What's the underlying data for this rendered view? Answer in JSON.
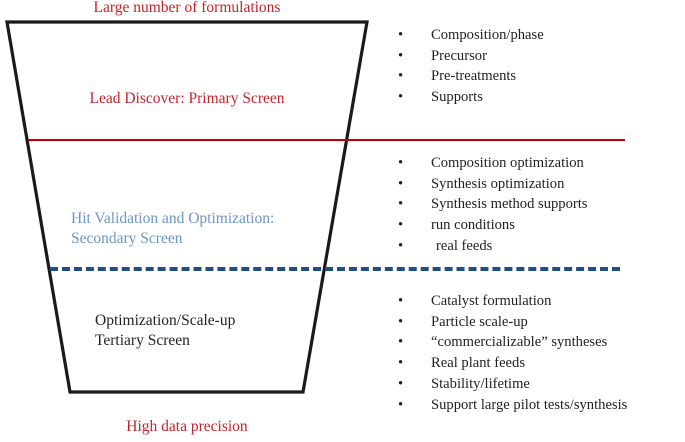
{
  "diagram": {
    "top_caption": "Large number of formulations",
    "bottom_caption": "High data precision",
    "colors": {
      "red": "#c8232c",
      "divider_red": "#c00000",
      "light_blue_text": "#6e94cb",
      "dashed_blue": "#1f4e85",
      "black": "#231f20"
    },
    "stages": [
      {
        "id": "primary",
        "label": "Lead Discover: Primary Screen",
        "label_color": "#c8232c",
        "bullets": [
          "Composition/phase",
          "Precursor",
          "Pre-treatments",
          "Supports"
        ]
      },
      {
        "id": "secondary",
        "label_line1": "Hit Validation and Optimization:",
        "label_line2": "Secondary Screen",
        "label_color": "#6e94cb",
        "bullets": [
          "Composition optimization",
          "Synthesis optimization",
          "Synthesis method supports",
          "run conditions",
          "real feeds"
        ]
      },
      {
        "id": "tertiary",
        "label_line1": "Optimization/Scale-up",
        "label_line2": "Tertiary Screen",
        "label_color": "#231f20",
        "bullets": [
          "Catalyst formulation",
          "Particle scale-up",
          "“commercializable” syntheses",
          "Real plant feeds",
          "Stability/lifetime",
          "Support large pilot tests/synthesis"
        ]
      }
    ],
    "bullet_glyph": "•"
  }
}
